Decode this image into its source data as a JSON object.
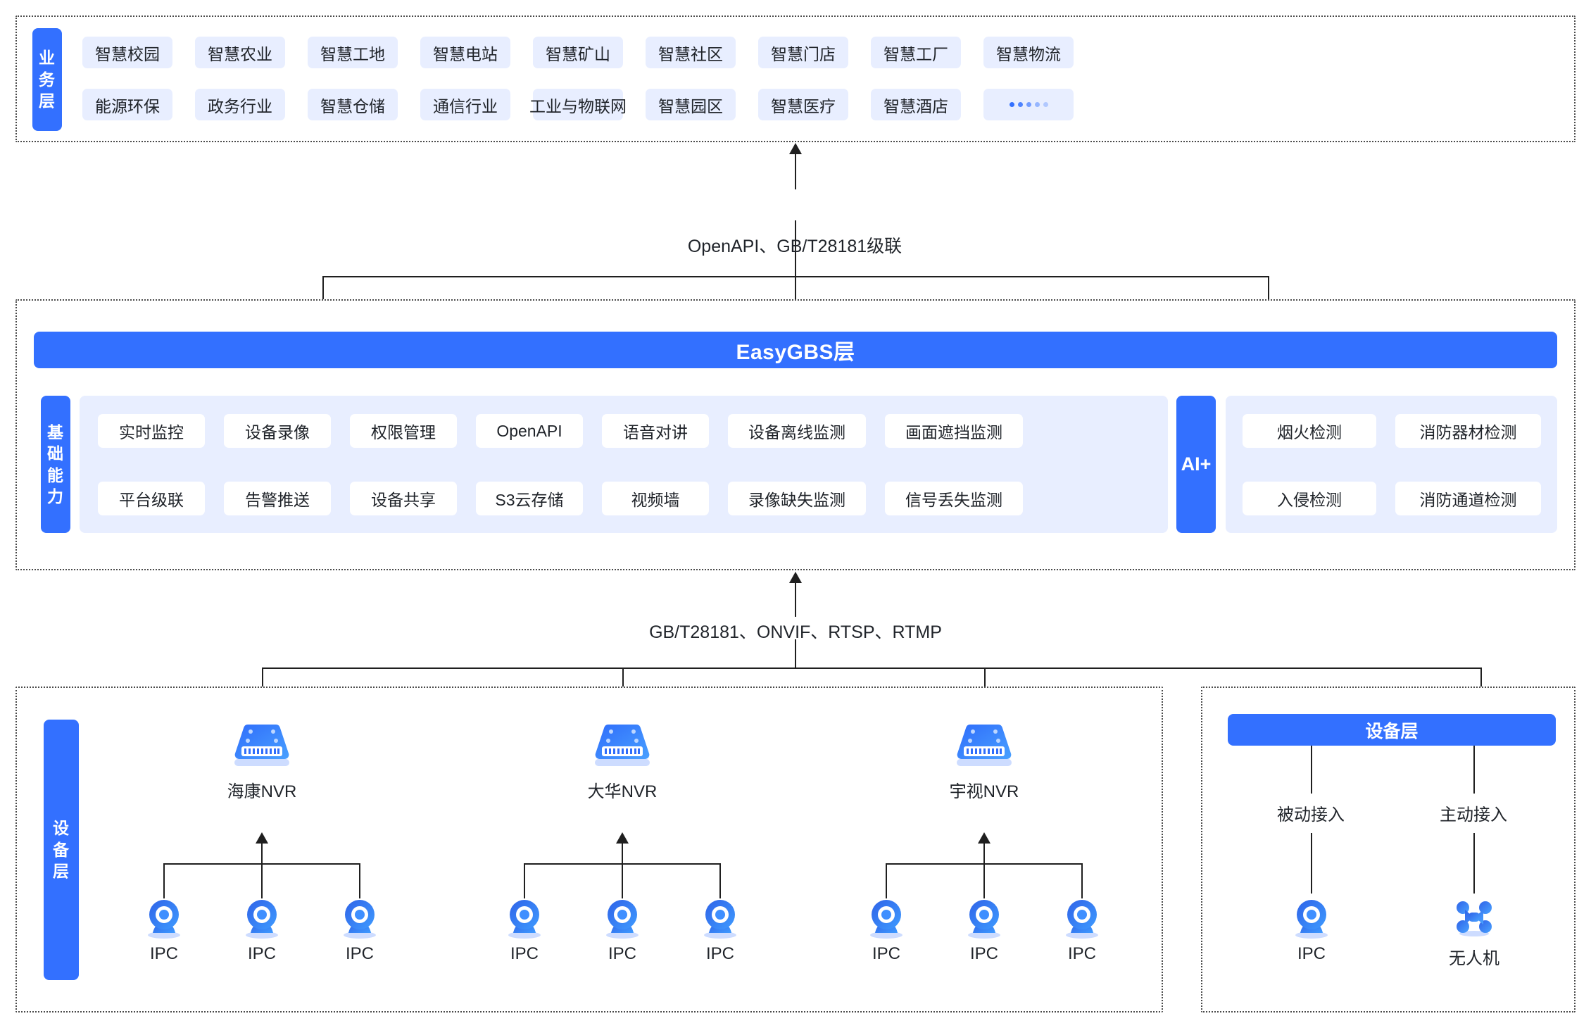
{
  "business_layer": {
    "side_label": "业务层",
    "row1": [
      "智慧校园",
      "智慧农业",
      "智慧工地",
      "智慧电站",
      "智慧矿山",
      "智慧社区",
      "智慧门店",
      "智慧工厂",
      "智慧物流"
    ],
    "row2": [
      "能源环保",
      "政务行业",
      "智慧仓储",
      "通信行业",
      "工业与物联网",
      "智慧园区",
      "智慧医疗",
      "智慧酒店",
      "ellipsis"
    ]
  },
  "connector_top": {
    "label": "OpenAPI、GB/T28181级联"
  },
  "easygbs_layer": {
    "title": "EasyGBS层",
    "side_label": "基础能力",
    "capabilities_row1": [
      "实时监控",
      "设备录像",
      "权限管理",
      "OpenAPI",
      "语音对讲",
      "设备离线监测",
      "画面遮挡监测"
    ],
    "capabilities_row2": [
      "平台级联",
      "告警推送",
      "设备共享",
      "S3云存储",
      "视频墙",
      "录像缺失监测",
      "信号丢失监测"
    ],
    "ai": {
      "label": "AI+",
      "row1": [
        "烟火检测",
        "消防器材检测"
      ],
      "row2": [
        "入侵检测",
        "消防通道检测"
      ]
    }
  },
  "connector_bottom": {
    "label": "GB/T28181、ONVIF、RTSP、RTMP"
  },
  "device_layer_left": {
    "side_label": "设备层",
    "groups": [
      {
        "nvr_label": "海康NVR",
        "nvr_icon": "nvr-icon",
        "cameras": [
          "IPC",
          "IPC",
          "IPC"
        ],
        "camera_icon": "ipc-camera-icon"
      },
      {
        "nvr_label": "大华NVR",
        "nvr_icon": "nvr-icon",
        "cameras": [
          "IPC",
          "IPC",
          "IPC"
        ],
        "camera_icon": "ipc-camera-icon"
      },
      {
        "nvr_label": "宇视NVR",
        "nvr_icon": "nvr-icon",
        "cameras": [
          "IPC",
          "IPC",
          "IPC"
        ],
        "camera_icon": "ipc-camera-icon"
      }
    ]
  },
  "device_layer_right": {
    "title": "设备层",
    "branches": [
      {
        "mode": "被动接入",
        "device_label": "IPC",
        "device_icon": "ipc-camera-icon"
      },
      {
        "mode": "主动接入",
        "device_label": "无人机",
        "device_icon": "drone-icon"
      }
    ]
  },
  "colors": {
    "brand_blue": "#3370ff",
    "chip_bg": "#e8eeff",
    "chip_white": "#ffffff",
    "line": "#1f1f1f",
    "text": "#1f2329"
  }
}
